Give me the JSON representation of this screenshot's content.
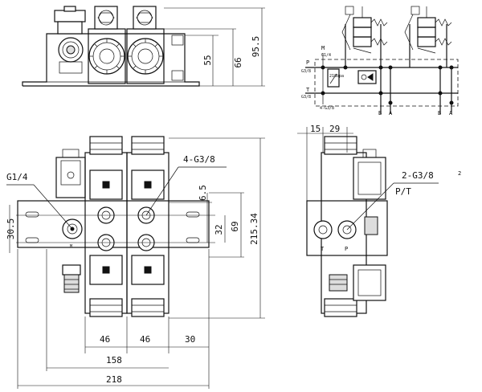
{
  "top_view": {
    "dim_height_small": "55",
    "dim_height_mid": "66",
    "dim_height_total": "95.5"
  },
  "schematic": {
    "port_p": "P",
    "port_t": "T",
    "port_m": "M",
    "g38_left_top": "G3/8",
    "g14": "G1/4",
    "g38_left_bottom": "G3/8",
    "pressure": "210bpa",
    "thread_note": "4-G3/8",
    "port_b1": "B",
    "port_a1": "A",
    "port_b2": "B",
    "port_a2": "A"
  },
  "front_view": {
    "label_g14": "G1/4",
    "label_4g38": "4-G3/8",
    "dim_6_5": "6.5",
    "dim_32": "32",
    "dim_69": "69",
    "dim_215_34": "215.34",
    "dim_30_5": "30.5",
    "dim_46a": "46",
    "dim_46b": "46",
    "dim_30": "30",
    "dim_158": "158",
    "dim_218": "218",
    "port_m": "M"
  },
  "side_view": {
    "dim_15": "15",
    "dim_29": "29",
    "label_2g38": "2-G3/8",
    "label_pt": "P/T",
    "note_2": "2",
    "port_t": "T",
    "port_p": "P"
  }
}
